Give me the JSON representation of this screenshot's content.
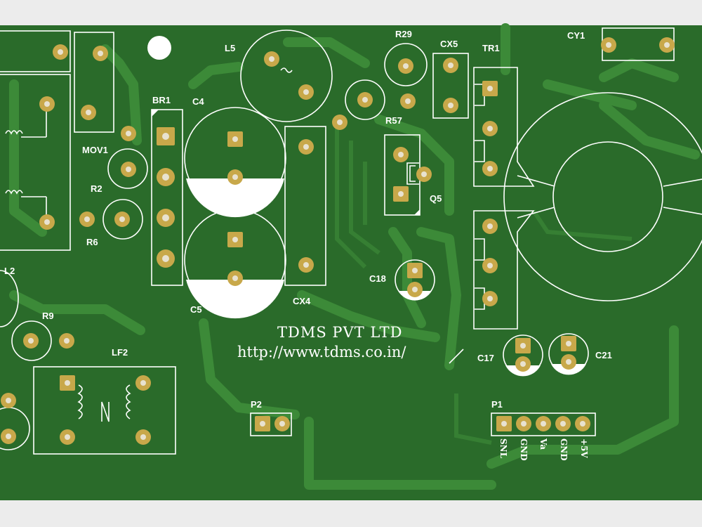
{
  "board": {
    "company": "TDMS PVT LTD",
    "url": "http://www.tdms.co.in/",
    "colors": {
      "background": "#ececec",
      "substrate": "#2a6b2a",
      "copper_trace": "#3c8a38",
      "silkscreen": "#ffffff",
      "pad_gold": "#c8a84a"
    }
  },
  "designators": {
    "L5": "L5",
    "R29": "R29",
    "CX5": "CX5",
    "TR1": "TR1",
    "CY1": "CY1",
    "BR1": "BR1",
    "C4": "C4",
    "MOV1": "MOV1",
    "R2": "R2",
    "R6": "R6",
    "R57": "R57",
    "Q5": "Q5",
    "C5": "C5",
    "CX4": "CX4",
    "C18": "C18",
    "L2": "L2",
    "R9": "R9",
    "LF2": "LF2",
    "C17": "C17",
    "C21": "C21",
    "P2": "P2",
    "P1": "P1"
  },
  "p1_pins": [
    "SNL",
    "GND",
    "Va",
    "GND",
    "+5V"
  ]
}
